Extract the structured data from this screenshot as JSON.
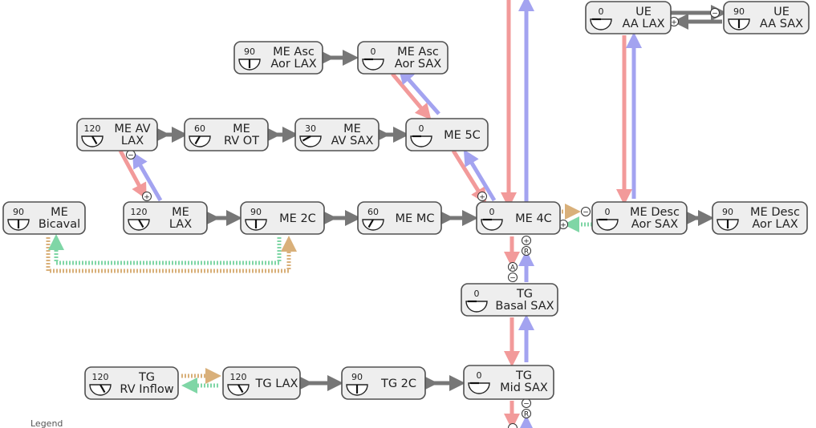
{
  "nodes": [
    {
      "id": "ue-aa-lax",
      "angle": "0",
      "lines": [
        "UE",
        "AA LAX"
      ]
    },
    {
      "id": "ue-aa-sax",
      "angle": "90",
      "lines": [
        "UE",
        "AA SAX"
      ]
    },
    {
      "id": "me-asc-aor-lax",
      "angle": "90",
      "lines": [
        "ME Asc",
        "Aor LAX"
      ]
    },
    {
      "id": "me-asc-aor-sax",
      "angle": "0",
      "lines": [
        "ME Asc",
        "Aor SAX"
      ]
    },
    {
      "id": "me-av-lax",
      "angle": "120",
      "lines": [
        "ME AV",
        "LAX"
      ]
    },
    {
      "id": "me-rv-ot",
      "angle": "60",
      "lines": [
        "ME",
        "RV OT"
      ]
    },
    {
      "id": "me-av-sax",
      "angle": "30",
      "lines": [
        "ME",
        "AV SAX"
      ]
    },
    {
      "id": "me-5c",
      "angle": "0",
      "lines": [
        "ME 5C"
      ]
    },
    {
      "id": "me-bicaval",
      "angle": "90",
      "lines": [
        "ME",
        "Bicaval"
      ]
    },
    {
      "id": "me-lax",
      "angle": "120",
      "lines": [
        "ME",
        "LAX"
      ]
    },
    {
      "id": "me-2c",
      "angle": "90",
      "lines": [
        "ME 2C"
      ]
    },
    {
      "id": "me-mc",
      "angle": "60",
      "lines": [
        "ME MC"
      ]
    },
    {
      "id": "me-4c",
      "angle": "0",
      "lines": [
        "ME 4C"
      ]
    },
    {
      "id": "me-desc-aor-sax",
      "angle": "0",
      "lines": [
        "ME Desc",
        "Aor SAX"
      ]
    },
    {
      "id": "me-desc-aor-lax",
      "angle": "90",
      "lines": [
        "ME Desc",
        "Aor LAX"
      ]
    },
    {
      "id": "tg-basal-sax",
      "angle": "0",
      "lines": [
        "TG",
        "Basal SAX"
      ]
    },
    {
      "id": "tg-rv-inflow",
      "angle": "120",
      "lines": [
        "TG",
        "RV Inflow"
      ]
    },
    {
      "id": "tg-lax",
      "angle": "120",
      "lines": [
        "TG LAX"
      ]
    },
    {
      "id": "tg-2c",
      "angle": "90",
      "lines": [
        "TG 2C"
      ]
    },
    {
      "id": "tg-mid-sax",
      "angle": "0",
      "lines": [
        "TG",
        "Mid SAX"
      ]
    }
  ],
  "symbols": {
    "minus": "⊖",
    "plus": "⊕",
    "r": "R",
    "a": "A"
  },
  "legend": {
    "title": "Legend"
  },
  "colors": {
    "gray": "#777777",
    "red": "#f29a9a",
    "blue": "#a3a3f0",
    "tan": "#d9b07a",
    "green": "#7fd6a6"
  }
}
